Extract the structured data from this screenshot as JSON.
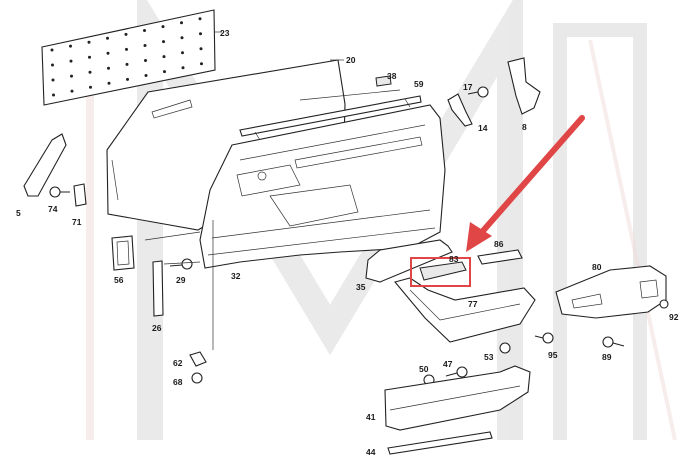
{
  "diagram": {
    "highlight_color": "#e04646",
    "arrow_color": "#e04646",
    "watermark_color": "#d8d8d8",
    "labels": [
      "23",
      "20",
      "38",
      "59",
      "17",
      "14",
      "8",
      "5",
      "74",
      "71",
      "56",
      "29",
      "26",
      "32",
      "62",
      "68",
      "35",
      "83",
      "86",
      "80",
      "92",
      "77",
      "95",
      "89",
      "53",
      "50",
      "47",
      "41",
      "44"
    ]
  }
}
